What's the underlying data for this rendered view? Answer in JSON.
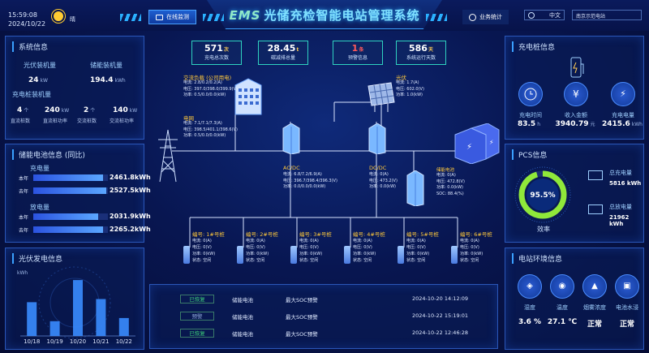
{
  "header": {
    "time": "15:59:08",
    "date": "2024/10/22",
    "weather": "晴",
    "title_prefix": "EMS",
    "title": "光储充检智能电站管理系统",
    "nav_monitor": "在线监测",
    "nav_stats": "业务统计",
    "language": "中文",
    "station": "南京示范电站",
    "colors": {
      "accent": "#3aa0ff",
      "title": "#7fe0ff"
    }
  },
  "system_info": {
    "title": "系统信息",
    "pv_capacity_label": "光伏装机量",
    "pv_capacity_value": "24",
    "pv_capacity_unit": "kW",
    "storage_capacity_label": "储能装机量",
    "storage_capacity_value": "194.4",
    "storage_capacity_unit": "kWh",
    "charger_capacity_label": "充电桩装机量",
    "dc_count_value": "4",
    "dc_count_unit": "个",
    "dc_count_label": "直流桩数",
    "dc_power_value": "240",
    "dc_power_unit": "kW",
    "dc_power_label": "直流桩功率",
    "ac_count_value": "2",
    "ac_count_unit": "个",
    "ac_count_label": "交流桩数",
    "ac_power_value": "140",
    "ac_power_unit": "kW",
    "ac_power_label": "交流桩功率"
  },
  "battery_info": {
    "title": "储能电池信息  (同比)",
    "charge_label": "充电量",
    "discharge_label": "放电量",
    "this_year": "本年",
    "last_year": "去年",
    "charge_this_year": "2461.8kWh",
    "charge_last_year": "2527.5kWh",
    "discharge_this_year": "2031.9kWh",
    "discharge_last_year": "2265.2kWh"
  },
  "pv_generation": {
    "title": "光伏发电信息",
    "y_unit": "kWh"
  },
  "chart_data": {
    "type": "bar",
    "categories": [
      "10/18",
      "10/19",
      "10/20",
      "10/21",
      "10/22"
    ],
    "values": [
      32,
      14,
      53,
      35,
      17
    ],
    "ylabel": "kWh",
    "ylim": [
      0,
      60
    ]
  },
  "kpis": [
    {
      "value": "571",
      "unit": "次",
      "label": "充电总次数"
    },
    {
      "value": "28.45",
      "unit": "t",
      "label": "碳减排总量"
    },
    {
      "value": "1",
      "unit": "条",
      "label": "预警信息"
    },
    {
      "value": "586",
      "unit": "天",
      "label": "系统运行天数"
    }
  ],
  "diagram": {
    "ac_load_title": "交流负载 (公司用电)",
    "ac_load_lines": [
      "电流: 2.8/0.2/0.2(A)",
      "电压: 397.0/398.0/399.9(V)",
      "功率: 0.5/0.0/0.0(kW)"
    ],
    "grid_title": "电网",
    "grid_lines": [
      "电流: 7.1/7.1/7.3(A)",
      "电压: 398.5/401.1/398.6(V)",
      "功率: 0.5/0.0/0.0(kW)"
    ],
    "pv_title": "光伏",
    "pv_lines": [
      "电流: 1.7(A)",
      "电压: 602.0(V)",
      "功率: 1.0(kW)"
    ],
    "acdc_title": "AC/DC",
    "acdc_lines": [
      "电流: 6.8/7.2/6.9(A)",
      "电压: 396.7/398.4/396.3(V)",
      "功率: 0.0/0.0/0.0(kW)"
    ],
    "dcdc_title": "DC/DC",
    "dcdc_lines": [
      "电流: 0(A)",
      "电压: 473.2(V)",
      "功率: 0.0(kW)"
    ],
    "battery_title": "储能电池",
    "battery_lines": [
      "电流: 0(A)",
      "电压: 472.8(V)",
      "功率: 0.0(kW)",
      "SOC: 88.4(%)"
    ],
    "piles": [
      {
        "title": "编号: 1#号桩",
        "lines": [
          "电流: 0(A)",
          "电压: 0(V)",
          "功率: 0(kW)",
          "状态: 空闲"
        ]
      },
      {
        "title": "编号: 2#号桩",
        "lines": [
          "电流: 0(A)",
          "电压: 0(V)",
          "功率: 0(kW)",
          "状态: 空闲"
        ]
      },
      {
        "title": "编号: 3#号桩",
        "lines": [
          "电流: 0(A)",
          "电压: 0(V)",
          "功率: 0(kW)",
          "状态: 空闲"
        ]
      },
      {
        "title": "编号: 4#号桩",
        "lines": [
          "电流: 0(A)",
          "电压: 0(V)",
          "功率: 0(kW)",
          "状态: 空闲"
        ]
      },
      {
        "title": "编号: 5#号桩",
        "lines": [
          "电流: 0(A)",
          "电压: 0(V)",
          "功率: 0(kW)",
          "状态: 空闲"
        ]
      },
      {
        "title": "编号: 6#号桩",
        "lines": [
          "电流: 0(A)",
          "电压: 0(V)",
          "功率: 0(kW)",
          "状态: 空闲"
        ]
      }
    ]
  },
  "alarms": [
    {
      "status": "已恢复",
      "device": "储能电池",
      "type": "最大SOC预警",
      "time": "2024-10-20 14:12:09",
      "color": "#3fd07a"
    },
    {
      "status": "预警",
      "device": "储能电池",
      "type": "最大SOC预警",
      "time": "2024-10-22 15:19:01",
      "color": "#8fa8d8"
    },
    {
      "status": "已恢复",
      "device": "储能电池",
      "type": "最大SOC预警",
      "time": "2024-10-22 12:46:28",
      "color": "#3fd07a"
    }
  ],
  "charger_info": {
    "title": "充电桩信息",
    "time_label": "充电时间",
    "time_value": "83.5",
    "time_unit": "h",
    "income_label": "收入金额",
    "income_value": "3940.79",
    "income_unit": "元",
    "energy_label": "充电电量",
    "energy_value": "2415.6",
    "energy_unit": "kWh"
  },
  "pcs_info": {
    "title": "PCS信息",
    "efficiency_value": "95.5%",
    "efficiency_fraction": 0.955,
    "efficiency_label": "效率",
    "charge_label": "总充电量",
    "charge_value": "5816 kWh",
    "discharge_label": "总放电量",
    "discharge_value": "21962 kWh"
  },
  "environment": {
    "title": "电站环境信息",
    "items": [
      {
        "label": "湿度",
        "value": "3.6 %"
      },
      {
        "label": "温度",
        "value": "27.1 ℃"
      },
      {
        "label": "烟雾浓度",
        "value": "正常"
      },
      {
        "label": "电池水浸",
        "value": "正常"
      }
    ]
  }
}
